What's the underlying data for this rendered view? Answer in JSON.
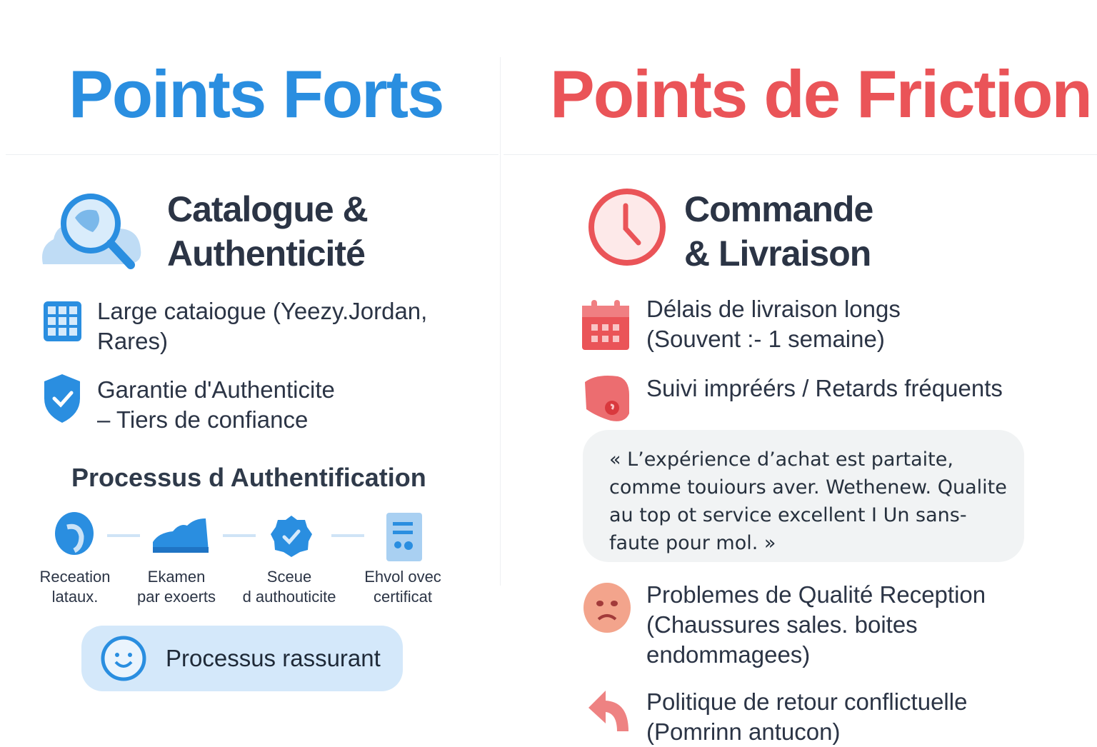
{
  "left": {
    "title": "Points Forts",
    "section": {
      "line1": "Catalogue &",
      "line2": "Authenticité"
    },
    "items": [
      {
        "line1": "Large cataiogue (Yeezy.Jordan,",
        "line2": "Rares)"
      },
      {
        "line1": "Garantie d'Authenticite",
        "line2": "– Tiers de confiance"
      }
    ],
    "process_title": "Processus d Authentification",
    "steps": [
      {
        "line1": "Receation",
        "line2": "lataux."
      },
      {
        "line1": "Ekamen",
        "line2": "par exoerts"
      },
      {
        "line1": "Sceue",
        "line2": "d authouticite"
      },
      {
        "line1": "Ehvol ovec",
        "line2": "certificat"
      }
    ],
    "badge": "Processus rassurant"
  },
  "right": {
    "title": "Points de Friction",
    "section": {
      "line1": "Commande",
      "line2": "& Livraison"
    },
    "items": [
      {
        "line1": "Délais de livraison longs",
        "line2": "(Souvent :- 1 semaine)"
      },
      {
        "line1": "Suivi impréérs / Retards fréquents"
      }
    ],
    "quote": "« L’expérience d’achat est partaite, comme touiours aver. Wethenew. Qualite au top ot service excellent I Un sans-faute pour mol. »",
    "items2": [
      {
        "line1": "Problemes de Qualité Reception",
        "line2": "(Chaussures sales. boites",
        "line3": "endommagees)"
      },
      {
        "line1": "Politique de retour conflictuelle",
        "line2": "(Pomrinn antucon)"
      }
    ]
  },
  "colors": {
    "blue": "#2a8ee0",
    "red": "#ea5458",
    "text": "#2b3445"
  }
}
